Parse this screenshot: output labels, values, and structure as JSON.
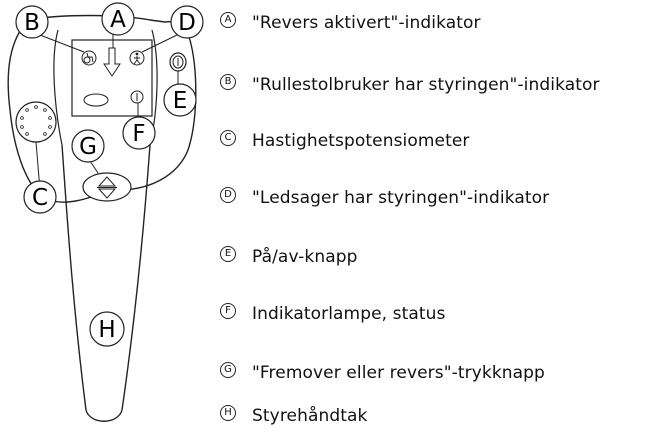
{
  "callouts": [
    {
      "letter": "A",
      "text": "\"Revers aktivert\"-indikator"
    },
    {
      "letter": "B",
      "text": "\"Rullestolbruker har styringen\"-indikator"
    },
    {
      "letter": "C",
      "text": "Hastighetspotensiometer"
    },
    {
      "letter": "D",
      "text": "\"Ledsager har styringen\"-indikator"
    },
    {
      "letter": "E",
      "text": "På/av-knapp"
    },
    {
      "letter": "F",
      "text": "Indikatorlampe, status"
    },
    {
      "letter": "G",
      "text": "\"Fremover eller revers\"-trykknapp"
    },
    {
      "letter": "H",
      "text": "Styrehåndtak"
    }
  ],
  "icons": {
    "wheelchair": "wheelchair-icon",
    "attendant": "walking-person-icon",
    "reverse": "down-arrow-icon",
    "power": "power-icon",
    "status_lamp": "indicator-lamp-icon",
    "direction": "up-down-triangle-icon"
  }
}
